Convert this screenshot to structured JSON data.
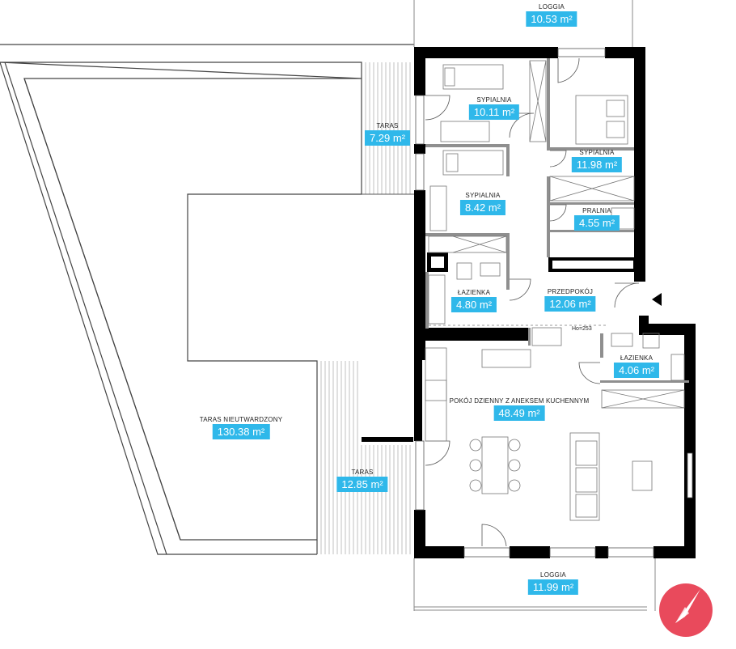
{
  "rooms": {
    "loggia_top": {
      "name": "LOGGIA",
      "area": "10.53 m²"
    },
    "taras_top": {
      "name": "TARAS",
      "area": "7.29 m²"
    },
    "sypialnia_1": {
      "name": "SYPIALNIA",
      "area": "10.11 m²"
    },
    "sypialnia_2": {
      "name": "SYPIALNIA",
      "area": "11.98 m²"
    },
    "sypialnia_3": {
      "name": "SYPIALNIA",
      "area": "8.42 m²"
    },
    "pralnia": {
      "name": "PRALNIA",
      "area": "4.55 m²"
    },
    "lazienka_1": {
      "name": "ŁAZIENKA",
      "area": "4.80 m²"
    },
    "przedpokoj": {
      "name": "PRZEDPOKÓJ",
      "area": "12.06 m²"
    },
    "lazienka_2": {
      "name": "ŁAZIENKA",
      "area": "4.06 m²"
    },
    "pokoj_dzienny": {
      "name": "POKÓJ DZIENNY Z ANEKSEM KUCHENNYM",
      "area": "48.49 m²"
    },
    "taras_nieutwardzony": {
      "name": "TARAS NIEUTWARDZONY",
      "area": "130.38 m²"
    },
    "taras_bottom": {
      "name": "TARAS",
      "area": "12.85 m²"
    },
    "loggia_bottom": {
      "name": "LOGGIA",
      "area": "11.99 m²"
    }
  },
  "height_note": "Ho=253",
  "colors": {
    "label_bg": "#2fb8ea",
    "wall": "#000000",
    "compass": "#e94a5c"
  }
}
